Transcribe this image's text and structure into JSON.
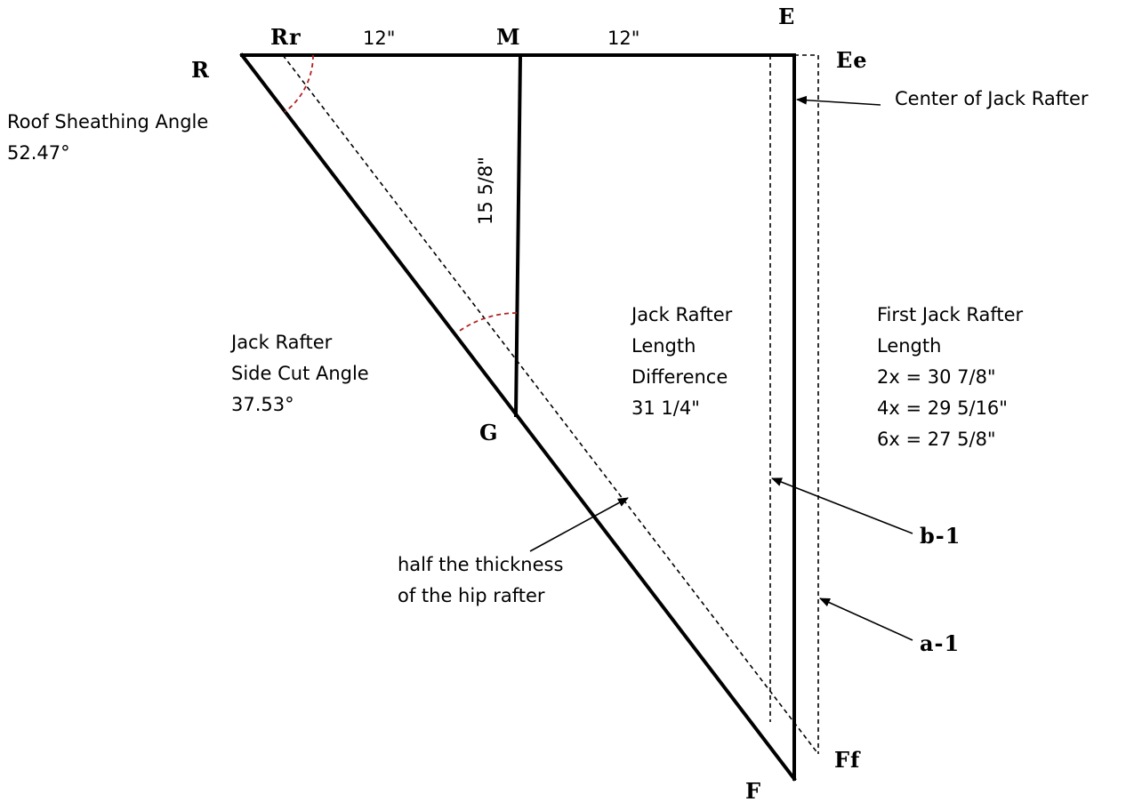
{
  "points": {
    "R": "R",
    "Rr": "Rr",
    "M": "M",
    "E": "E",
    "Ee": "Ee",
    "G": "G",
    "F": "F",
    "Ff": "Ff"
  },
  "dimensions": {
    "left_top": "12\"",
    "right_top": "12\"",
    "vertical": "15 5/8\""
  },
  "labels": {
    "roof_sheathing": [
      "Roof Sheathing Angle",
      "52.47°"
    ],
    "side_cut": [
      "Jack Rafter",
      "Side Cut Angle",
      "37.53°"
    ],
    "length_diff": [
      "Jack Rafter",
      "Length",
      "Difference",
      "31 1/4\""
    ],
    "first_jack": [
      "First Jack Rafter",
      "Length",
      "2x = 30  7/8\"",
      "4x = 29 5/16\"",
      "6x = 27 5/8\""
    ],
    "center": "Center of Jack Rafter",
    "half_thickness": [
      "half the thickness",
      "of the hip rafter"
    ],
    "b1": "b-1",
    "a1": "a-1"
  }
}
